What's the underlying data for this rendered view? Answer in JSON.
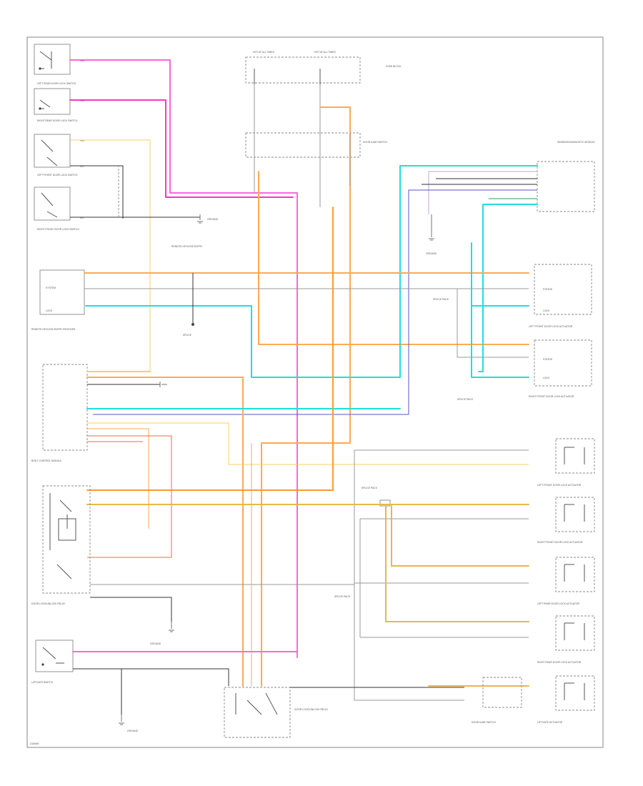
{
  "diagram": {
    "page_code": "D1606N",
    "colors": {
      "pink": "#ff33cc",
      "light_pink": "#ff66dd",
      "orange": "#ff9933",
      "light_orange": "#ffaa55",
      "tan": "#ffcc66",
      "yellow": "#e6b84d",
      "cyan": "#22dddd",
      "light_blue": "#66ccff",
      "blue": "#5555cc",
      "gray": "#999999",
      "black": "#333333",
      "dark_green": "#339966",
      "purple": "#aa55aa",
      "red_orange": "#ff6644",
      "lavender": "#bbaadd"
    },
    "labels": {
      "fuse_left": "HOT AT ALL TIMES",
      "fuse_right": "HOT AT ALL TIMES",
      "fuse_block": "FUSE BLOCK",
      "door_lock_sw_left_rear": "LEFT REAR DOOR LOCK SWITCH",
      "door_lock_sw_right_rear": "RIGHT REAR DOOR LOCK SWITCH",
      "door_lock_sw_left_front": "LEFT FRONT DOOR LOCK SWITCH",
      "door_lock_sw_right_front": "RIGHT FRONT DOOR LOCK SWITCH",
      "remote_receiver": "REMOTE KEYLESS ENTRY RECEIVER",
      "body_control": "BODY CONTROL MODULE",
      "door_lock_relay": "DOOR LOCK/UNLOCK RELAY",
      "liftgate_sw": "LIFTGATE SWITCH",
      "ground": "GROUND",
      "splice": "SPLICE",
      "right_front_door": "RIGHT FRONT DOOR LOCK ACTUATOR",
      "left_front_door": "LEFT FRONT DOOR LOCK ACTUATOR",
      "left_rear_door": "LEFT REAR DOOR LOCK ACTUATOR",
      "right_rear_door": "RIGHT REAR DOOR LOCK ACTUATOR",
      "liftgate_actuator": "LIFTGATE ACTUATOR",
      "sensing_lock": "SENSING/DIAGNOSTIC MODULE",
      "door_ajar": "DOOR AJAR SWITCH"
    }
  }
}
